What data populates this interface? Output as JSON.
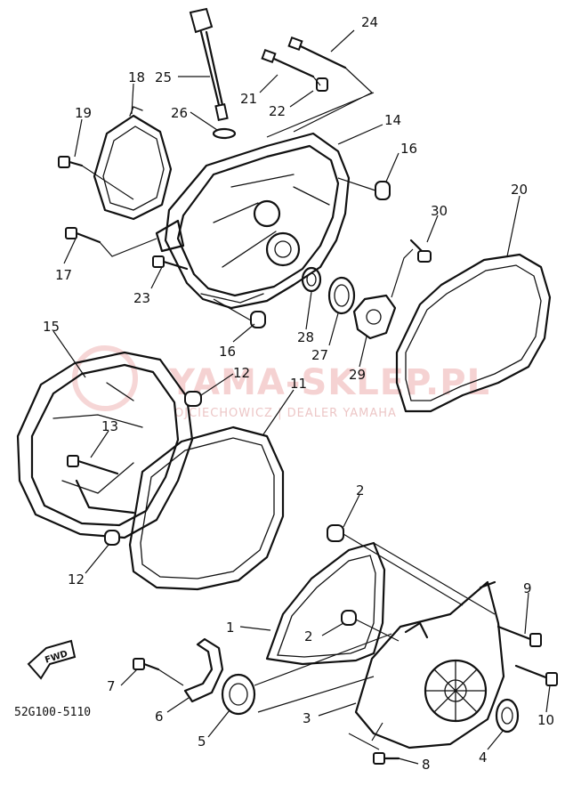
{
  "watermark": {
    "brand": "YAMA-SKLEP.PL",
    "sub": "OJCIECHOWICZ | DEALER YAMAHA"
  },
  "fwd_label": "FWD",
  "reference_code": "52G100-5110",
  "callouts": [
    "24",
    "25",
    "18",
    "21",
    "22",
    "19",
    "26",
    "14",
    "16",
    "20",
    "30",
    "17",
    "23",
    "28",
    "27",
    "29",
    "16",
    "15",
    "12",
    "11",
    "13",
    "12",
    "2",
    "9",
    "1",
    "2",
    "7",
    "6",
    "5",
    "3",
    "10",
    "4",
    "8"
  ]
}
